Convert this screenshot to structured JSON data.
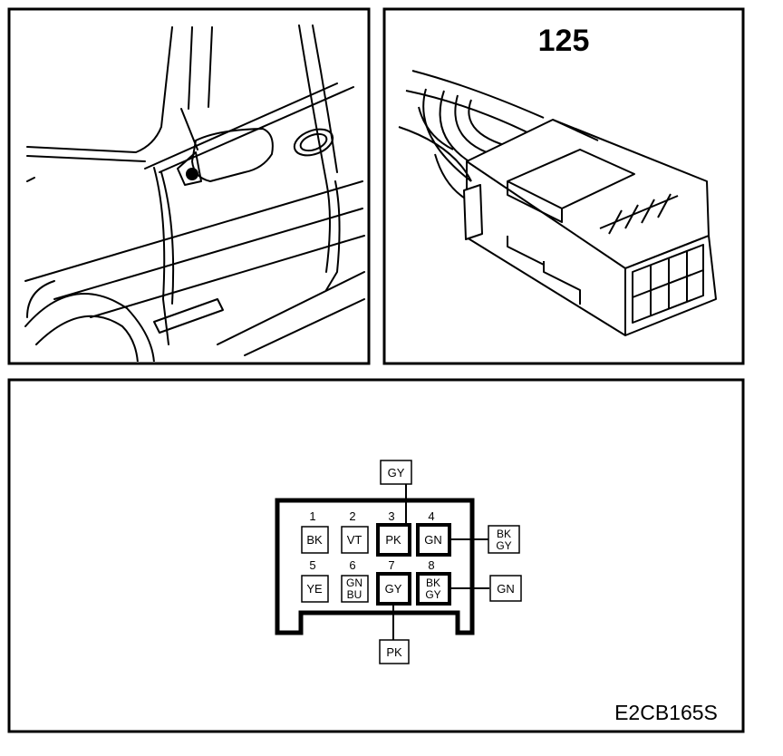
{
  "connector_panel": {
    "number": "125"
  },
  "pinout": {
    "pins": [
      {
        "num": "1",
        "lines": [
          "BK"
        ],
        "highlight": false
      },
      {
        "num": "2",
        "lines": [
          "VT"
        ],
        "highlight": false
      },
      {
        "num": "3",
        "lines": [
          "PK"
        ],
        "highlight": true
      },
      {
        "num": "4",
        "lines": [
          "GN"
        ],
        "highlight": true
      },
      {
        "num": "5",
        "lines": [
          "YE"
        ],
        "highlight": false
      },
      {
        "num": "6",
        "lines": [
          "GN",
          "BU"
        ],
        "highlight": false
      },
      {
        "num": "7",
        "lines": [
          "GY"
        ],
        "highlight": true
      },
      {
        "num": "8",
        "lines": [
          "BK",
          "GY"
        ],
        "highlight": true
      }
    ],
    "external_wires": {
      "top": {
        "lines": [
          "GY"
        ],
        "pin": "3"
      },
      "right1": {
        "lines": [
          "BK",
          "GY"
        ],
        "pin": "4"
      },
      "right2": {
        "lines": [
          "GN"
        ],
        "pin": "8"
      },
      "bottom": {
        "lines": [
          "PK"
        ],
        "pin": "7"
      }
    }
  },
  "figure_code": "E2CB165S"
}
